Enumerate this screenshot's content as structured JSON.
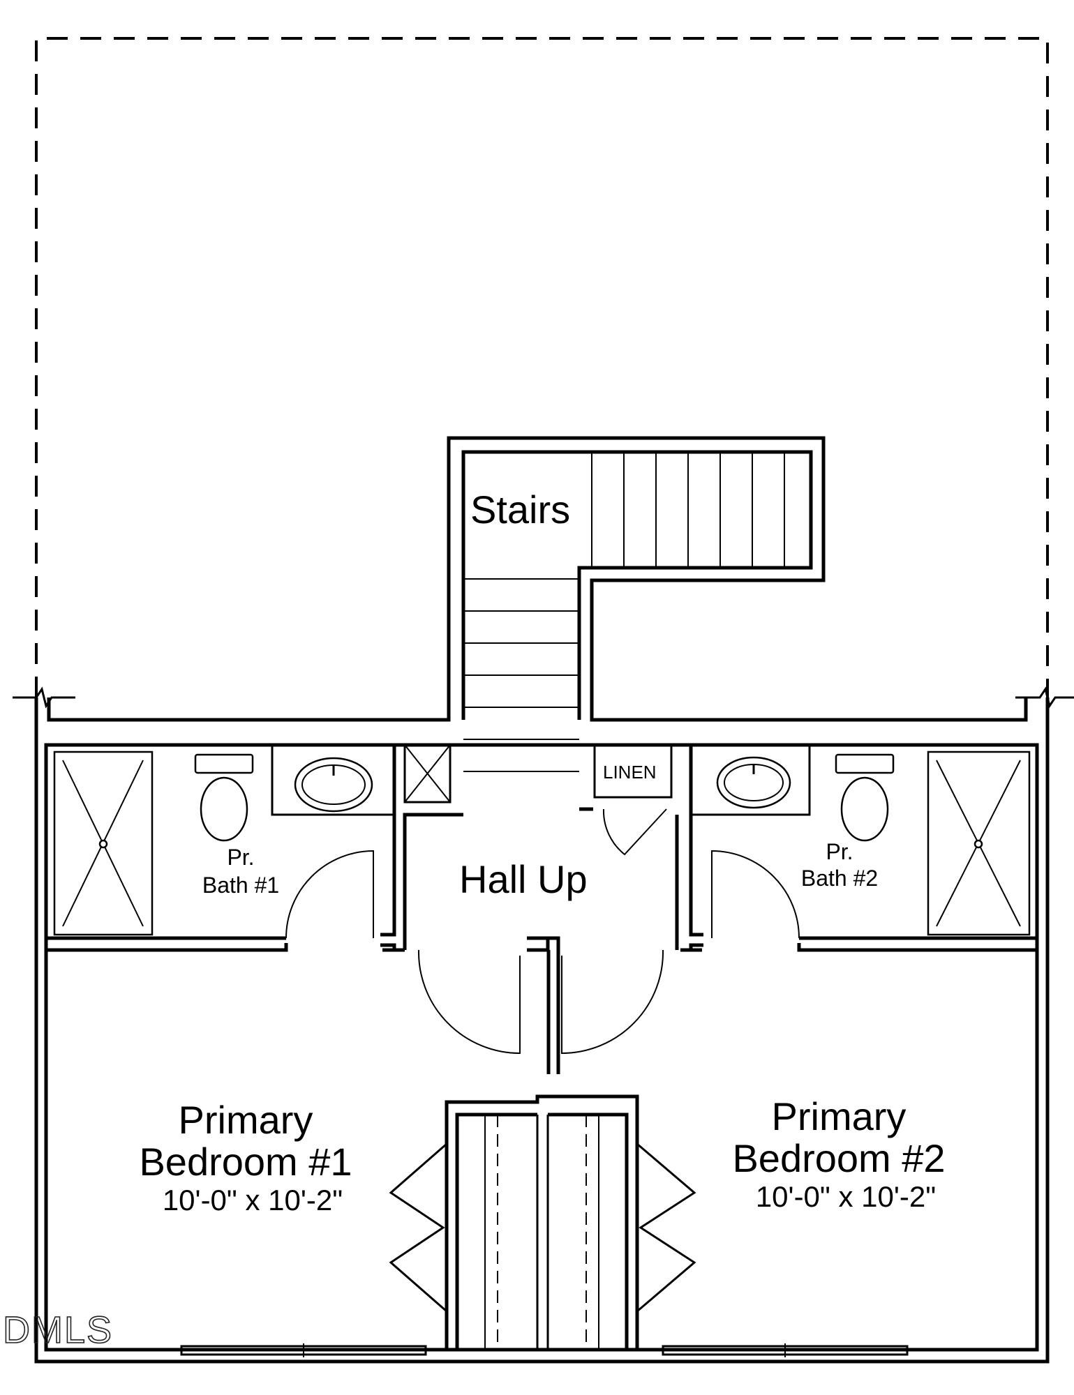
{
  "plan": {
    "rooms": {
      "stairs": "Stairs",
      "hall": "Hall Up",
      "linen": "LINEN",
      "bath1_line1": "Pr.",
      "bath1_line2": "Bath #1",
      "bath2_line1": "Pr.",
      "bath2_line2": "Bath #2",
      "bed1_line1": "Primary",
      "bed1_line2": "Bedroom #1",
      "bed1_dims": "10'-0\" x 10'-2\"",
      "bed2_line1": "Primary",
      "bed2_line2": "Bedroom #2",
      "bed2_dims": "10'-0\" x 10'-2\""
    },
    "watermark": "DMLS"
  }
}
